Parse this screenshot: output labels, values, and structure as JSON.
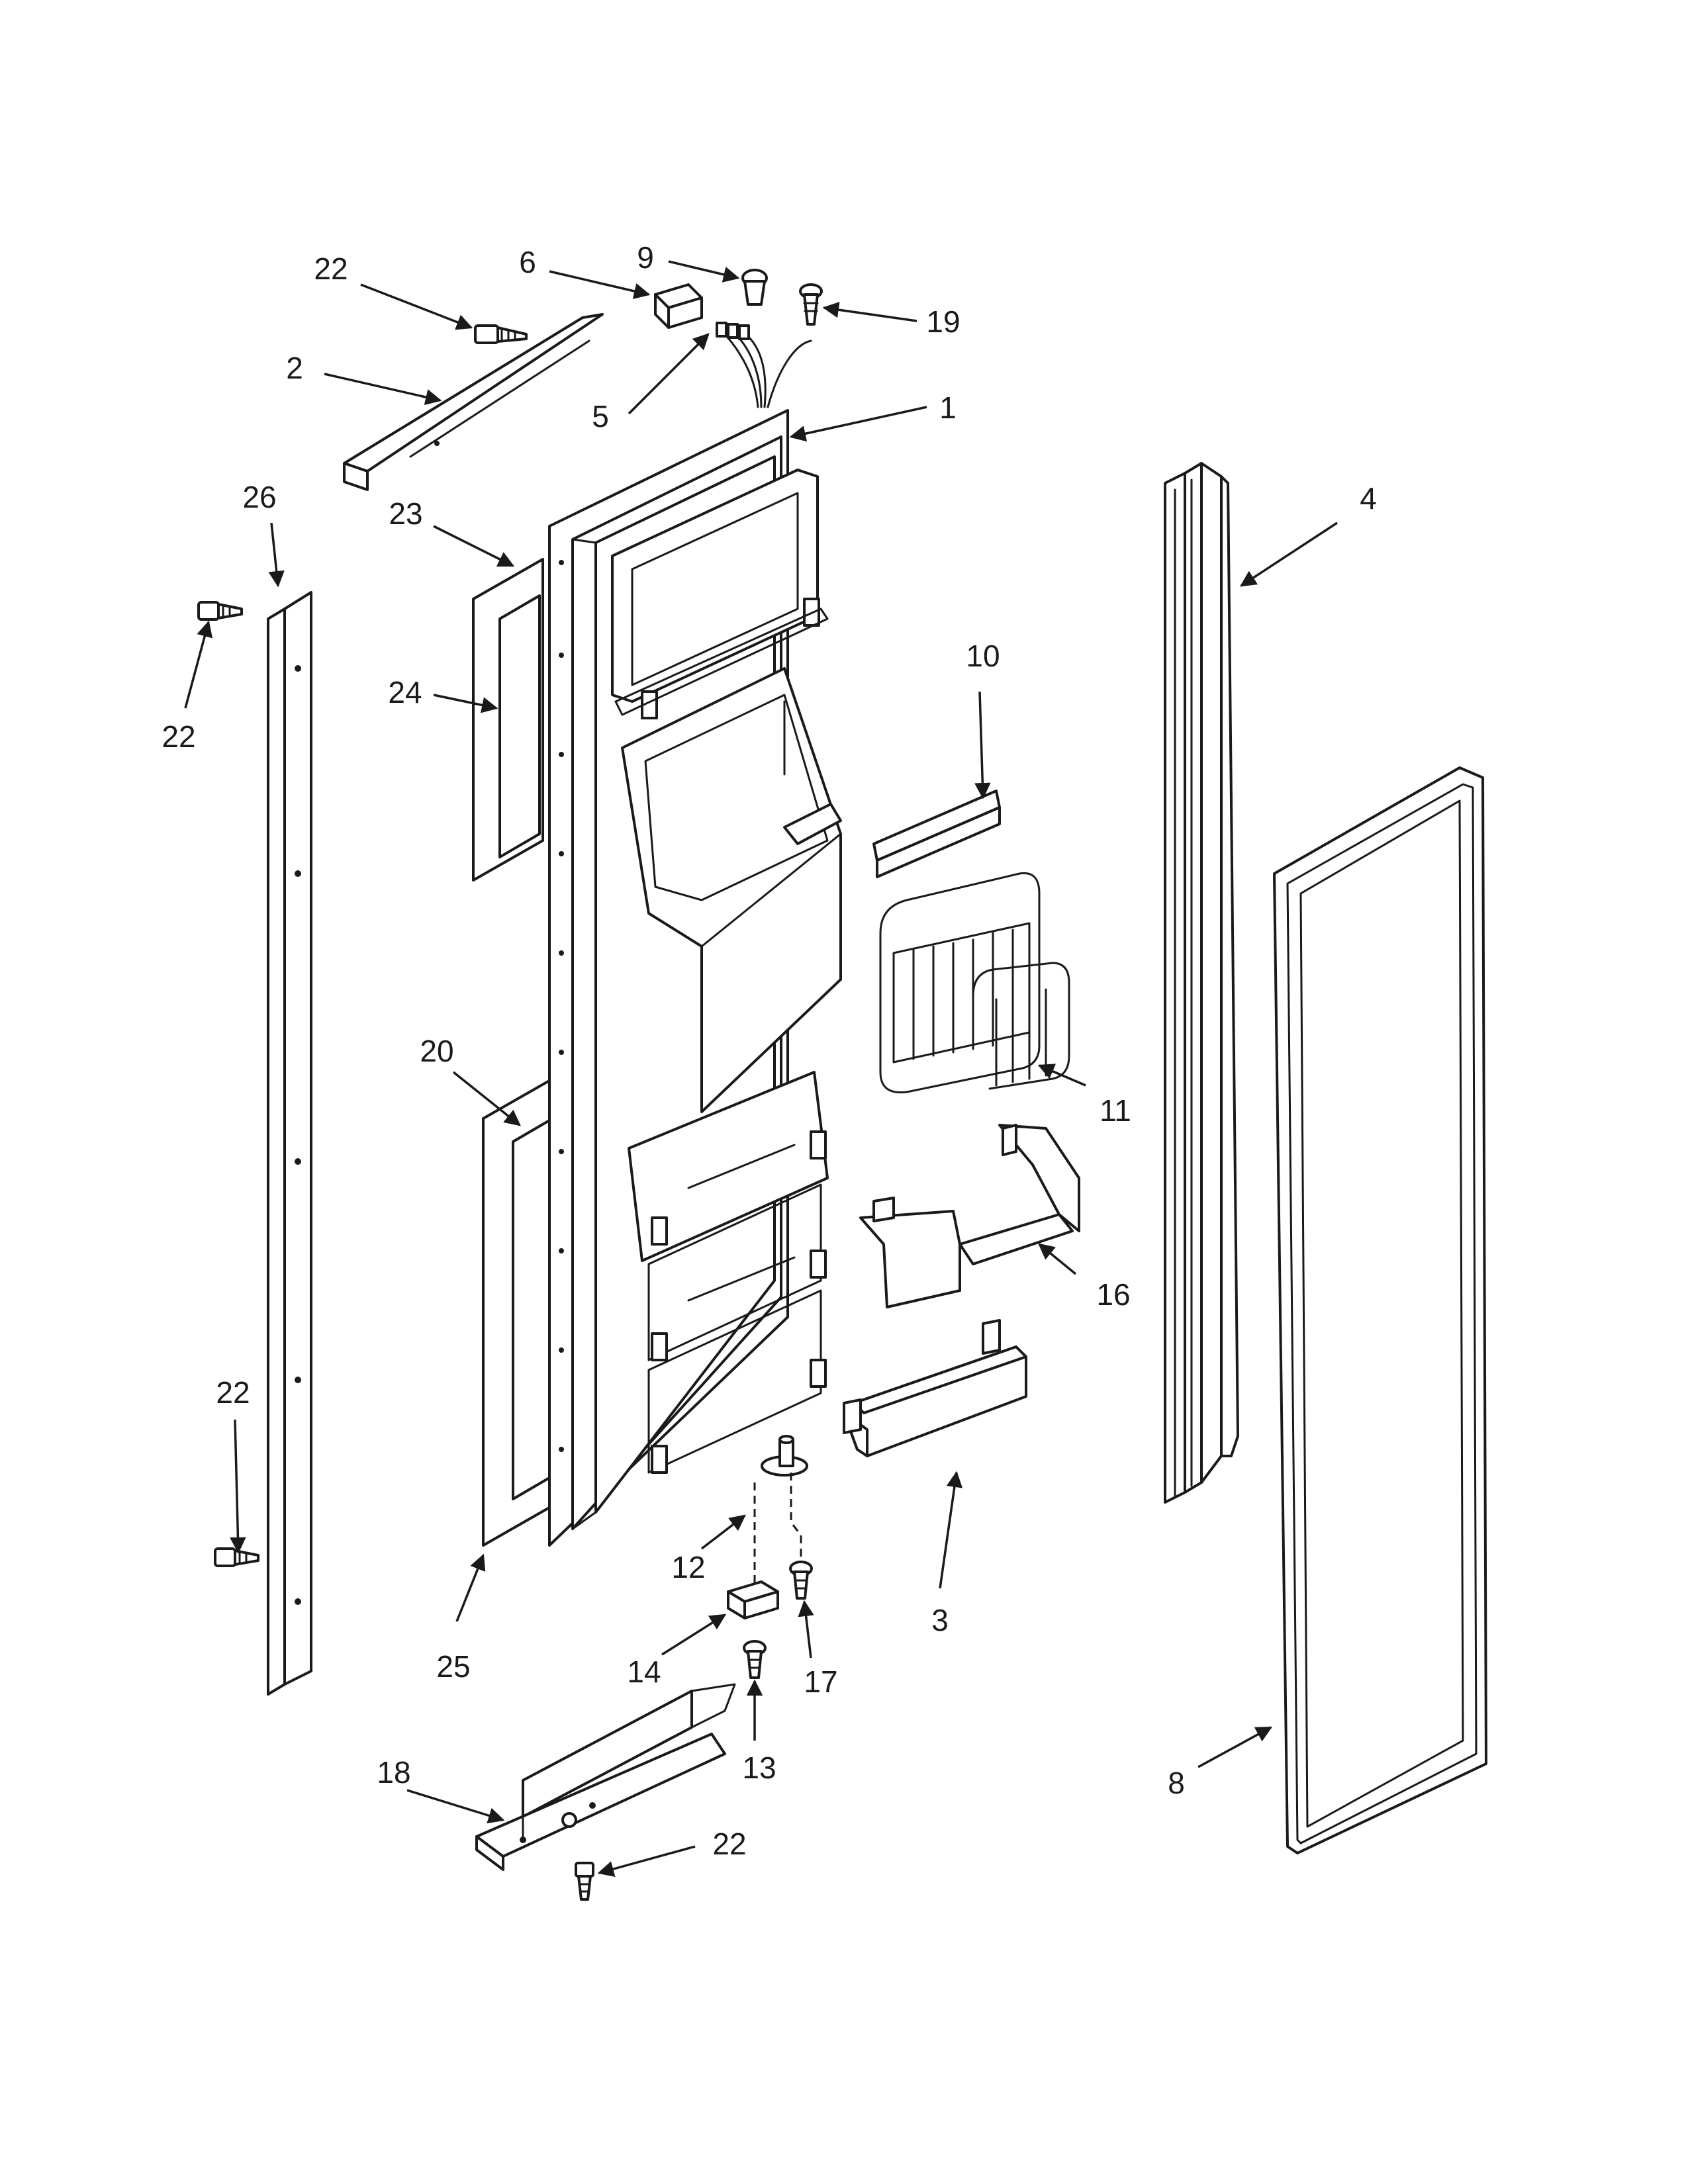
{
  "diagram": {
    "callouts": {
      "c1": "1",
      "c2": "2",
      "c3": "3",
      "c4": "4",
      "c5": "5",
      "c6": "6",
      "c8": "8",
      "c9": "9",
      "c10": "10",
      "c11": "11",
      "c12": "12",
      "c13": "13",
      "c14": "14",
      "c16": "16",
      "c17": "17",
      "c18": "18",
      "c19": "19",
      "c20": "20",
      "c22_top": "22",
      "c22_left_upper": "22",
      "c22_left_lower": "22",
      "c22_bottom": "22",
      "c23": "23",
      "c24": "24",
      "c25": "25",
      "c26": "26"
    }
  }
}
